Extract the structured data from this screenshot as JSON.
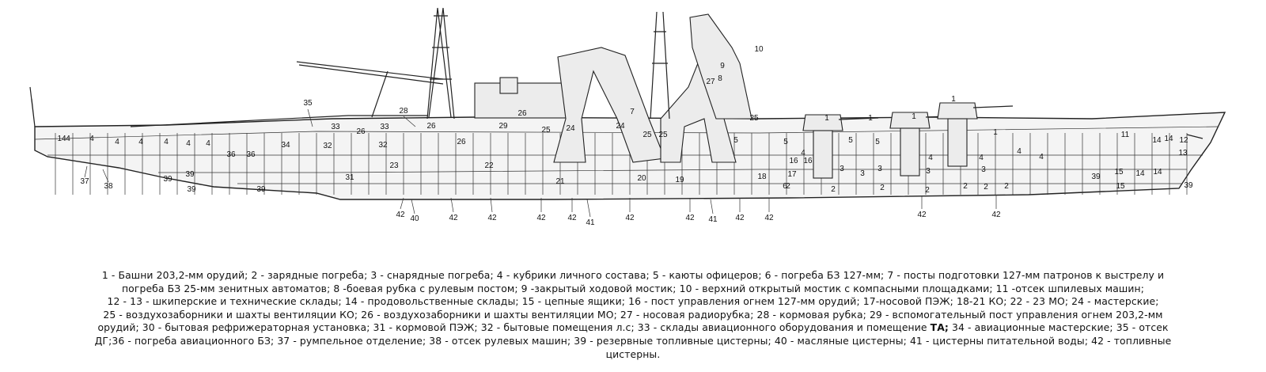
{
  "labels": [
    {
      "t": "1"
    },
    {
      "t": "1"
    },
    {
      "t": "1"
    },
    {
      "t": "1"
    },
    {
      "t": "1"
    },
    {
      "t": "2"
    },
    {
      "t": "2"
    },
    {
      "t": "2"
    },
    {
      "t": "2"
    },
    {
      "t": "2"
    },
    {
      "t": "2"
    },
    {
      "t": "2"
    },
    {
      "t": "3"
    },
    {
      "t": "3"
    },
    {
      "t": "3"
    },
    {
      "t": "3"
    },
    {
      "t": "3"
    },
    {
      "t": "4"
    },
    {
      "t": "4"
    },
    {
      "t": "4"
    },
    {
      "t": "4"
    },
    {
      "t": "4"
    },
    {
      "t": "4"
    },
    {
      "t": "4"
    },
    {
      "t": "4"
    },
    {
      "t": "4"
    },
    {
      "t": "4"
    },
    {
      "t": "4"
    },
    {
      "t": "4"
    },
    {
      "t": "5"
    },
    {
      "t": "5"
    },
    {
      "t": "5"
    },
    {
      "t": "5"
    },
    {
      "t": "6"
    },
    {
      "t": "7"
    },
    {
      "t": "8"
    },
    {
      "t": "9"
    },
    {
      "t": "10"
    },
    {
      "t": "11"
    },
    {
      "t": "12"
    },
    {
      "t": "13"
    },
    {
      "t": "14"
    },
    {
      "t": "14"
    },
    {
      "t": "14"
    },
    {
      "t": "14"
    },
    {
      "t": "14"
    },
    {
      "t": "15"
    },
    {
      "t": "15"
    },
    {
      "t": "16"
    },
    {
      "t": "16"
    },
    {
      "t": "17"
    },
    {
      "t": "18"
    },
    {
      "t": "19"
    },
    {
      "t": "20"
    },
    {
      "t": "21"
    },
    {
      "t": "22"
    },
    {
      "t": "23"
    },
    {
      "t": "24"
    },
    {
      "t": "24"
    },
    {
      "t": "25"
    },
    {
      "t": "25"
    },
    {
      "t": "25"
    },
    {
      "t": "25"
    },
    {
      "t": "26"
    },
    {
      "t": "26"
    },
    {
      "t": "26"
    },
    {
      "t": "26"
    },
    {
      "t": "27"
    },
    {
      "t": "28"
    },
    {
      "t": "29"
    },
    {
      "t": "31"
    },
    {
      "t": "32"
    },
    {
      "t": "32"
    },
    {
      "t": "33"
    },
    {
      "t": "33"
    },
    {
      "t": "34"
    },
    {
      "t": "35"
    },
    {
      "t": "36"
    },
    {
      "t": "36"
    },
    {
      "t": "37"
    },
    {
      "t": "38"
    },
    {
      "t": "39"
    },
    {
      "t": "39"
    },
    {
      "t": "39"
    },
    {
      "t": "39"
    },
    {
      "t": "39"
    },
    {
      "t": "39"
    },
    {
      "t": "40"
    },
    {
      "t": "41"
    },
    {
      "t": "41"
    },
    {
      "t": "42"
    },
    {
      "t": "42"
    },
    {
      "t": "42"
    },
    {
      "t": "42"
    },
    {
      "t": "42"
    },
    {
      "t": "42"
    },
    {
      "t": "42"
    },
    {
      "t": "42"
    },
    {
      "t": "42"
    },
    {
      "t": "42"
    },
    {
      "t": "42"
    }
  ],
  "legend": {
    "line1": "1 - Башни 203,2-мм орудий; 2 - зарядные погреба; 3 - снарядные погреба; 4 - кубрики личного состава; 5 - каюты офицеров; 6 - погреба БЗ 127-мм; 7 - посты подготовки 127-мм патронов к выстрелу и",
    "line2": "погреба БЗ 25-мм зенитных автоматов; 8 -боевая рубка с рулевым постом; 9 -закрытый ходовой мостик;  10 - верхний открытый мостик с компасными площадками; 11 -отсек шпилевых машин;",
    "line3": "12 - 13 - шкиперские и технические склады; 14 - продовольственные склады; 15 - цепные ящики; 16 - пост управления огнем 127-мм орудий; 17-носовой ПЭЖ; 18-21 КО; 22 - 23 МО; 24 - мастерские;",
    "line4": "25 - воздухозаборники и шахты вентиляции КО; 26 - воздухозаборники и шахты вентиляции МО; 27 - носовая радиорубка; 28 - кормовая рубка; 29 - вспомогательный пост управления огнем 203,2-мм",
    "line5a": "орудий; 30 - бытовая рефрижераторная установка; 31 - кормовой ПЭЖ; 32 - бытовые помещения л.с; 33 - склады авиационного оборудования и помещение ",
    "line5b": "ТА;",
    "line5c": " 34 - авиационные мастерские; 35 - отсек",
    "line6": "ДГ;36 - погреба авиационного БЗ; 37 - румпельное отделение; 38 - отсек рулевых машин; 39 - резервные топливные цистерны; 40 - масляные цистерны; 41 - цистерны питательной воды; 42 - топливные",
    "line7": "цистерны."
  }
}
